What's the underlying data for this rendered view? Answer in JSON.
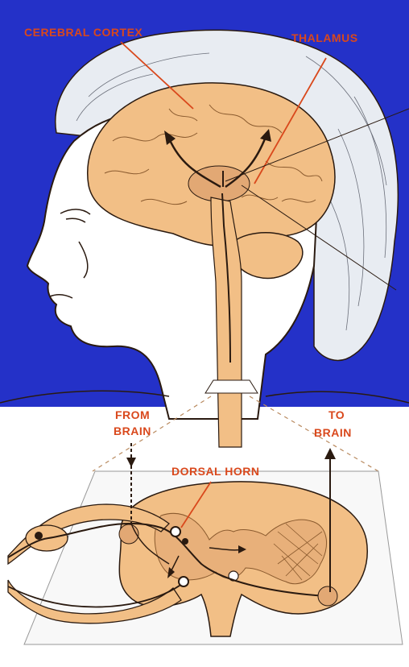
{
  "labels": {
    "cerebral_cortex": "CEREBRAL CORTEX",
    "thalamus": "THALAMUS",
    "from_brain_line1": "FROM",
    "from_brain_line2": "BRAIN",
    "to_brain_line1": "TO",
    "to_brain_line2": "BRAIN",
    "dorsal_horn": "DORSAL HORN"
  },
  "colors": {
    "background": "#2431c8",
    "brain": "#f2bf86",
    "label": "#d9481c",
    "outline": "#2a1a10",
    "skin": "#ffffff"
  }
}
